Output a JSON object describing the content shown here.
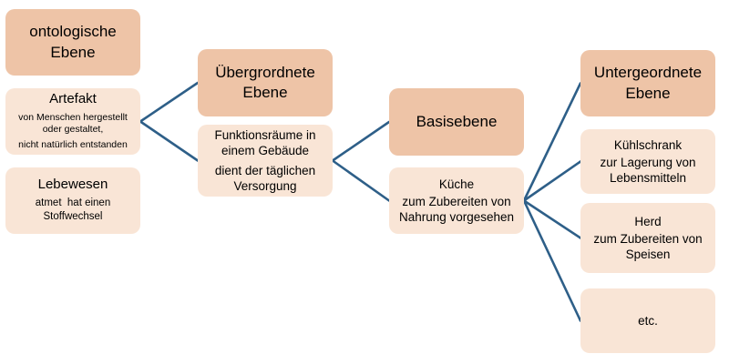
{
  "diagram": {
    "colors": {
      "header_fill": "#eec4a7",
      "item_fill": "#f9e5d6",
      "connector": "#2e5f88",
      "text": "#000000"
    },
    "nodes": {
      "ontological_level": {
        "title": "ontologische Ebene"
      },
      "artefakt": {
        "title": "Artefakt",
        "sub1": "von Menschen hergestellt oder gestaltet,",
        "sub2": "nicht natürlich entstanden"
      },
      "lebewesen": {
        "title": "Lebewesen",
        "sub1": "atmet  hat einen Stoffwechsel"
      },
      "superordinate_level": {
        "title": "Übergrordnete Ebene"
      },
      "funktionsraeume": {
        "sub1": "Funktionsräume in einem Gebäude",
        "sub2": "dient der täglichen Versorgung"
      },
      "basic_level": {
        "title": "Basisebene"
      },
      "kueche": {
        "title": "Küche",
        "sub1": "zum Zubereiten von Nahrung vorgesehen"
      },
      "subordinate_level": {
        "title": "Untergeordnete Ebene"
      },
      "kuehlschrank": {
        "title": "Kühlschrank",
        "sub1": "zur Lagerung von Lebensmitteln"
      },
      "herd": {
        "title": "Herd",
        "sub1": "zum Zubereiten von Speisen"
      },
      "etc": {
        "title": "etc."
      }
    },
    "edges": [
      {
        "from": "artefakt",
        "to": "superordinate_level"
      },
      {
        "from": "artefakt",
        "to": "funktionsraeume"
      },
      {
        "from": "funktionsraeume",
        "to": "basic_level"
      },
      {
        "from": "funktionsraeume",
        "to": "kueche"
      },
      {
        "from": "kueche",
        "to": "subordinate_level"
      },
      {
        "from": "kueche",
        "to": "kuehlschrank"
      },
      {
        "from": "kueche",
        "to": "herd"
      },
      {
        "from": "kueche",
        "to": "etc"
      }
    ]
  }
}
